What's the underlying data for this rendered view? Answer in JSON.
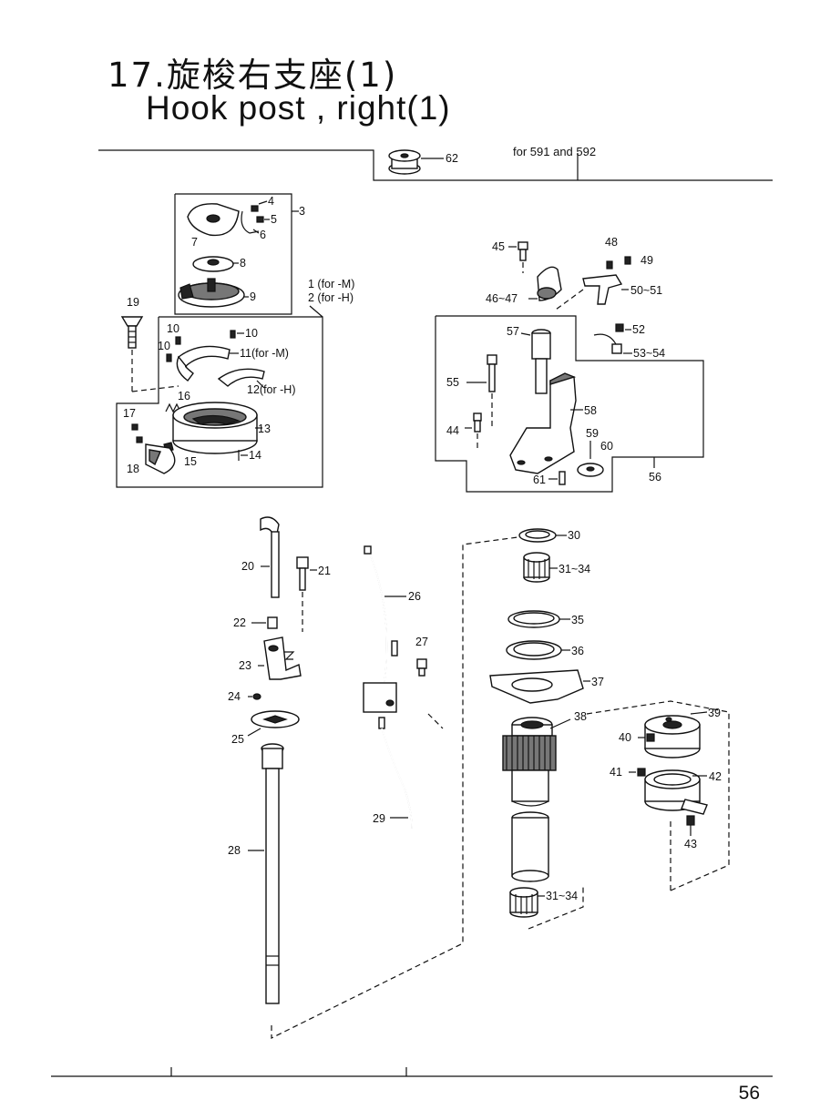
{
  "title": {
    "cn": "17.旋梭右支座(1)",
    "en": "Hook post , right(1)"
  },
  "note": "for 591 and 592",
  "page_number": "56",
  "callouts": {
    "c1": "1 (for -M)",
    "c2": "2 (for -H)",
    "c3": "3",
    "c4": "4",
    "c5": "5",
    "c6": "6",
    "c7": "7",
    "c8": "8",
    "c9": "9",
    "c10a": "10",
    "c10b": "10",
    "c10c": "10",
    "c11": "11(for -M)",
    "c12": "12(for -H)",
    "c13": "13",
    "c14": "14",
    "c15": "15",
    "c16": "16",
    "c17": "17",
    "c18": "18",
    "c19": "19",
    "c20": "20",
    "c21": "21",
    "c22": "22",
    "c23": "23",
    "c24": "24",
    "c25": "25",
    "c26": "26",
    "c27": "27",
    "c28": "28",
    "c29": "29",
    "c30": "30",
    "c31a": "31~34",
    "c31b": "31~34",
    "c35": "35",
    "c36": "36",
    "c37": "37",
    "c38": "38",
    "c39": "39",
    "c40": "40",
    "c41": "41",
    "c42": "42",
    "c43": "43",
    "c44": "44",
    "c45": "45",
    "c46": "46~47",
    "c48": "48",
    "c49": "49",
    "c50": "50~51",
    "c52": "52",
    "c53": "53~54",
    "c55": "55",
    "c56": "56",
    "c57": "57",
    "c58": "58",
    "c59": "59",
    "c60": "60",
    "c61": "61",
    "c62": "62"
  }
}
